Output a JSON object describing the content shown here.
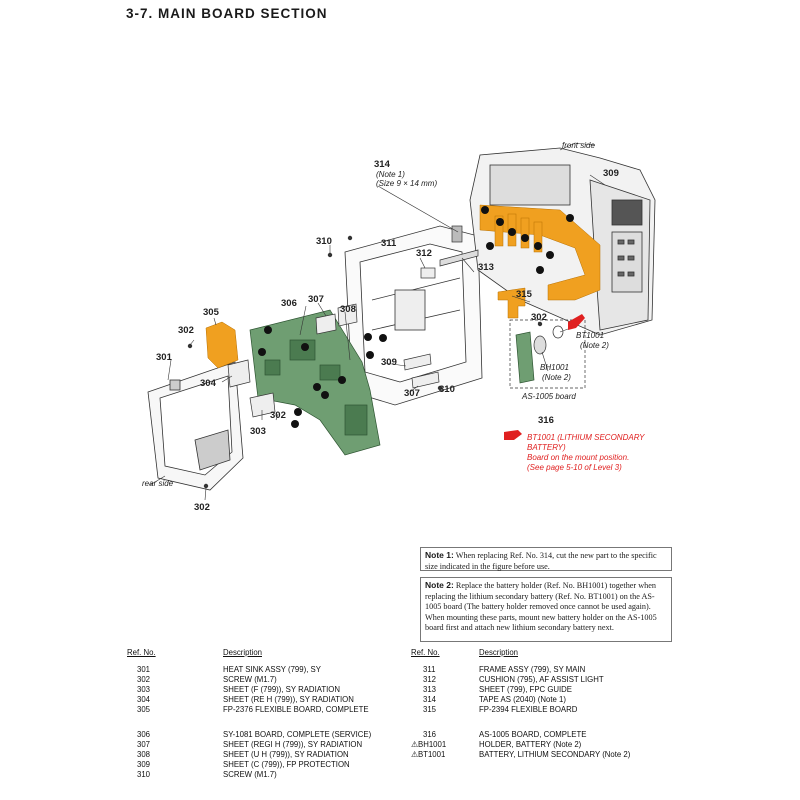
{
  "title": "3-7.  MAIN  BOARD  SECTION",
  "labels": {
    "l314": "314",
    "l314_note": "(Note 1)",
    "l314_size": "(Size 9 × 14 mm)",
    "front_side": "front side",
    "rear_side": "rear side",
    "l309": "309",
    "l310a": "310",
    "l311": "311",
    "l312": "312",
    "l313": "313",
    "l315": "315",
    "l302a": "302",
    "l302b": "302",
    "l302c": "302",
    "l302d": "302",
    "l305": "305",
    "l306": "306",
    "l307a": "307",
    "l307b": "307",
    "l308": "308",
    "l309b": "309",
    "l310b": "310",
    "l301": "301",
    "l304": "304",
    "l303": "303",
    "l316": "316",
    "bt1001": "BT1001",
    "bt1001_note": "(Note 2)",
    "bh1001": "BH1001",
    "bh1001_note": "(Note 2)",
    "as1005": "AS-1005 board",
    "warn1": "BT1001 (LITHIUM SECONDARY",
    "warn2": "BATTERY)",
    "warn3": "Board on the mount position.",
    "warn4": "(See page 5-10 of Level 3)"
  },
  "notes": [
    {
      "label": "Note 1:",
      "text": "When replacing Ref. No. 314, cut the new part to the specific size indicated in the figure before use."
    },
    {
      "label": "Note 2:",
      "text": "Replace the battery holder (Ref. No. BH1001) together when replacing the lithium secondary battery (Ref. No. BT1001) on the AS-1005 board (The battery holder removed once cannot be used again). When mounting these parts, mount new battery holder on the AS-1005 board first and attach new lithium secondary battery next."
    }
  ],
  "parts_header": {
    "ref": "Ref. No.",
    "desc": "Description"
  },
  "parts_left": [
    {
      "ref": "301",
      "desc": "HEAT SINK ASSY (799), SY"
    },
    {
      "ref": "302",
      "desc": "SCREW (M1.7)"
    },
    {
      "ref": "303",
      "desc": "SHEET (F (799)), SY RADIATION"
    },
    {
      "ref": "304",
      "desc": "SHEET (RE H (799)), SY RADIATION"
    },
    {
      "ref": "305",
      "desc": "FP-2376 FLEXIBLE BOARD, COMPLETE"
    },
    {
      "ref": "306",
      "desc": "SY-1081 BOARD, COMPLETE (SERVICE)"
    },
    {
      "ref": "307",
      "desc": "SHEET (REGI H (799)), SY RADIATION"
    },
    {
      "ref": "308",
      "desc": "SHEET (U H (799)), SY RADIATION"
    },
    {
      "ref": "309",
      "desc": "SHEET (C (799)), FP PROTECTION"
    },
    {
      "ref": "310",
      "desc": "SCREW (M1.7)"
    }
  ],
  "parts_right": [
    {
      "ref": "311",
      "desc": "FRAME ASSY (799), SY MAIN"
    },
    {
      "ref": "312",
      "desc": "CUSHION (795), AF ASSIST LIGHT"
    },
    {
      "ref": "313",
      "desc": "SHEET (799), FPC GUIDE"
    },
    {
      "ref": "314",
      "desc": "TAPE AS (2040) (Note 1)"
    },
    {
      "ref": "315",
      "desc": "FP-2394 FLEXIBLE BOARD"
    },
    {
      "ref": "316",
      "desc": "AS-1005 BOARD, COMPLETE"
    },
    {
      "ref": "⚠BH1001",
      "desc": "HOLDER, BATTERY (Note 2)"
    },
    {
      "ref": "⚠BT1001",
      "desc": "BATTERY, LITHIUM SECONDARY (Note 2)"
    }
  ],
  "colors": {
    "board_green": "#6f9e72",
    "flex_orange": "#f0a020",
    "warn_red": "#e02020"
  }
}
